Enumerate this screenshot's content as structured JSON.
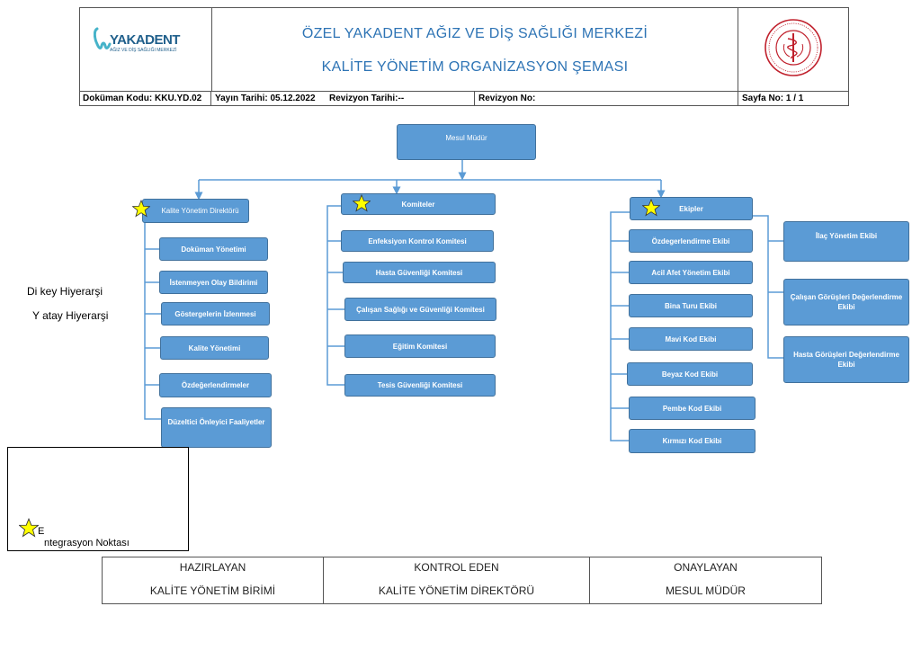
{
  "header": {
    "logo_text": "YAKADENT",
    "logo_sub": "AĞIZ VE DİŞ SAĞLIĞI MERKEZİ",
    "title_line1": "ÖZEL YAKADENT AĞIZ VE DİŞ SAĞLIĞI MERKEZİ",
    "title_line2": "KALİTE YÖNETİM ORGANİZASYON ŞEMASI",
    "doc_code": "Doküman Kodu: KKU.YD.02",
    "pub_date": "Yayın Tarihi: 05.12.2022",
    "rev_date": "Revizyon Tarihi:--",
    "rev_no": "Revizyon No:",
    "page_no": "Sayfa No: 1 / 1"
  },
  "chart": {
    "root": "Mesul Müdür",
    "kalite": {
      "label": "Kalite Yönetim Direktörü",
      "items": [
        "Doküman Yönetimi",
        "İstenmeyen Olay Bildirimi",
        "Göstergelerin İzlenmesi",
        "Kalite Yönetimi",
        "Özdeğerlendirmeler",
        "Düzeltici Önleyici Faaliyetler"
      ]
    },
    "komiteler": {
      "label": "Komiteler",
      "items": [
        "Enfeksiyon Kontrol Komitesi",
        "Hasta Güvenliği Komitesi",
        "Çalışan Sağlığı ve Güvenliği Komitesi",
        "Eğitim Komitesi",
        "Tesis Güvenliği Komitesi"
      ]
    },
    "ekipler": {
      "label": "Ekipler",
      "items": [
        "Özdegerlendirme Ekibi",
        "Acil Afet Yönetim Ekibi",
        "Bina Turu Ekibi",
        "Mavi Kod Ekibi",
        "Beyaz Kod Ekibi",
        "Pembe Kod Ekibi",
        "Kırmızı Kod Ekibi"
      ],
      "side_items": [
        "İlaç Yönetim Ekibi",
        "Çalışan Görüşleri Değerlendirme Ekibi",
        "Hasta Görüşleri Değerlendirme Ekibi"
      ]
    }
  },
  "side_labels": {
    "dikey": "Di key Hiyerarşi",
    "yatay": "Y atay Hiyerarşi"
  },
  "legend": {
    "star_letter": "E",
    "integration": "ntegrasyon Noktası"
  },
  "footer": {
    "col1_title": "HAZIRLAYAN",
    "col1_value": "KALİTE YÖNETİM BİRİMİ",
    "col2_title": "KONTROL EDEN",
    "col2_value": "KALİTE YÖNETİM DİREKTÖRÜ",
    "col3_title": "ONAYLAYAN",
    "col3_value": "MESUL MÜDÜR"
  },
  "colors": {
    "box_fill": "#5b9bd5",
    "box_border": "#41719c",
    "title_blue": "#2e74b5",
    "star": "#ffff00",
    "seal_red": "#c0202c"
  }
}
